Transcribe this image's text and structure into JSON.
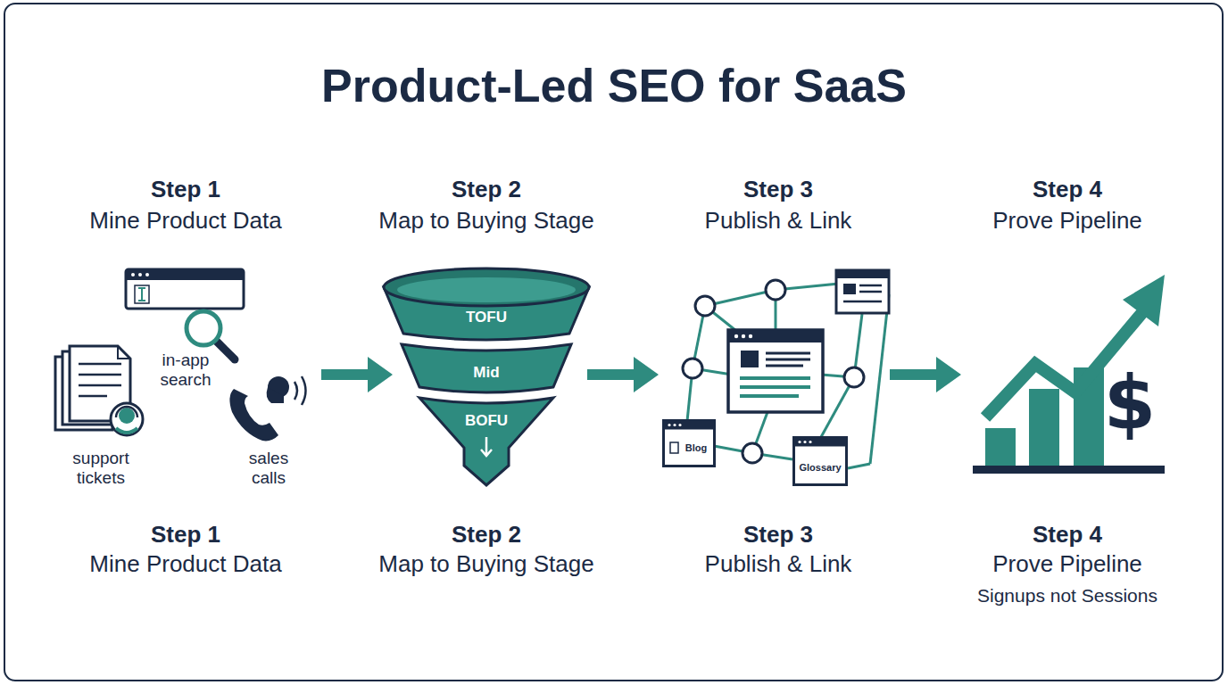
{
  "diagram": {
    "title": "Product-Led SEO for SaaS",
    "nodes": [
      {
        "text": [
          "TOFU"
        ]
      },
      {
        "text": [
          "Mid"
        ]
      },
      {
        "text": [
          "BOFU"
        ]
      },
      {
        "text": [
          "Blog"
        ]
      },
      {
        "text": [
          "Glossary"
        ]
      }
    ],
    "labels": [
      "Step 1",
      "Mine Product Data",
      "Step 2",
      "Map to Buying Stage",
      "Step 3",
      "Publish & Link",
      "Step 4",
      "Prove Pipeline",
      "in-app search",
      "support tickets",
      "sales calls",
      "$",
      "Step 1",
      "Mine Product Data",
      "Step 2",
      "Map to Buying Stage",
      "Step 3",
      "Publish & Link",
      "Step 4",
      "Prove Pipeline",
      "Signups not Sessions"
    ]
  }
}
